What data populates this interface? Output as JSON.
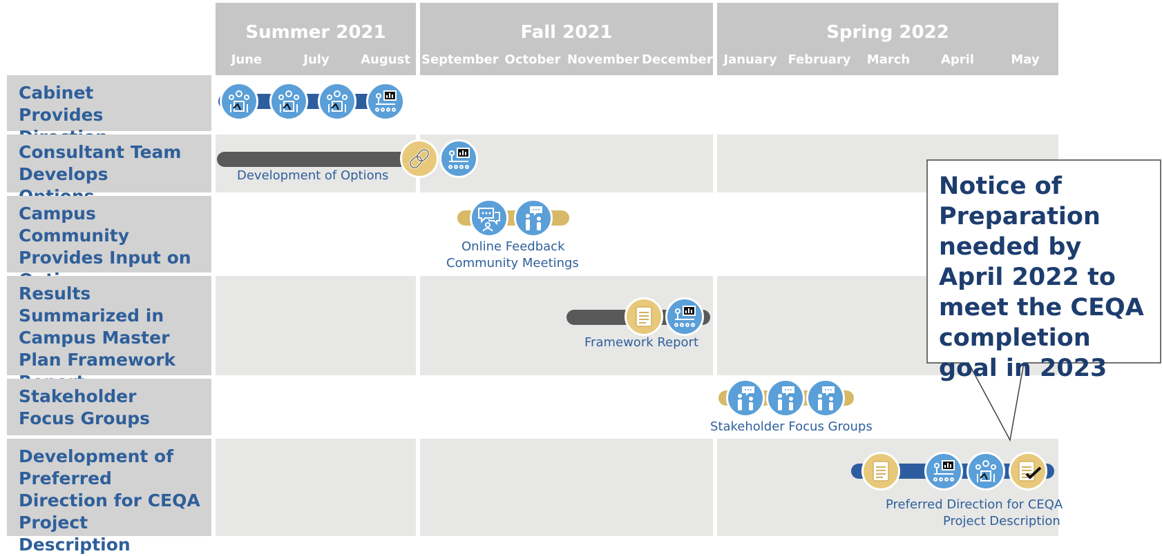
{
  "header": {
    "seasons": [
      {
        "title": "Summer 2021",
        "months": [
          "June",
          "July",
          "August"
        ]
      },
      {
        "title": "Fall 2021",
        "months": [
          "September",
          "October",
          "November",
          "December"
        ]
      },
      {
        "title": "Spring 2022",
        "months": [
          "January",
          "February",
          "March",
          "April",
          "May"
        ]
      }
    ]
  },
  "rows": [
    {
      "label": "Cabinet Provides Direction"
    },
    {
      "label": "Consultant Team Develops Options",
      "caption": "Development of Options"
    },
    {
      "label": "Campus Community Provides Input on Options",
      "caption_line1": "Online Feedback",
      "caption_line2": "Community Meetings"
    },
    {
      "label": "Results Summarized in Campus Master Plan Framework Report",
      "caption": "Framework Report"
    },
    {
      "label": "Stakeholder Focus Groups",
      "caption": "Stakeholder Focus Groups"
    },
    {
      "label": "Development of Preferred Direction for CEQA Project Description",
      "caption_line1": "Preferred Direction for CEQA",
      "caption_line2": "Project Description"
    }
  ],
  "callout": {
    "text": "Notice of Preparation needed by April 2022 to meet the CEQA completion goal in 2023"
  },
  "colors": {
    "header_gray": "#c6c6c6",
    "label_gray": "#d2d2d2",
    "band_gray": "#e7e7e6",
    "label_blue": "#2f5f9a",
    "bar_dark": "#595959",
    "bar_blue": "#2e5d9f",
    "bar_gold": "#d7b968",
    "icon_blue": "#5a9fd8",
    "icon_gold": "#e8c97b",
    "callout_text": "#1d3d6e"
  },
  "icons": [
    "meeting-icon",
    "presentation-icon",
    "link-icon",
    "chat-icon",
    "focus-group-icon",
    "report-icon",
    "report-approved-icon"
  ]
}
